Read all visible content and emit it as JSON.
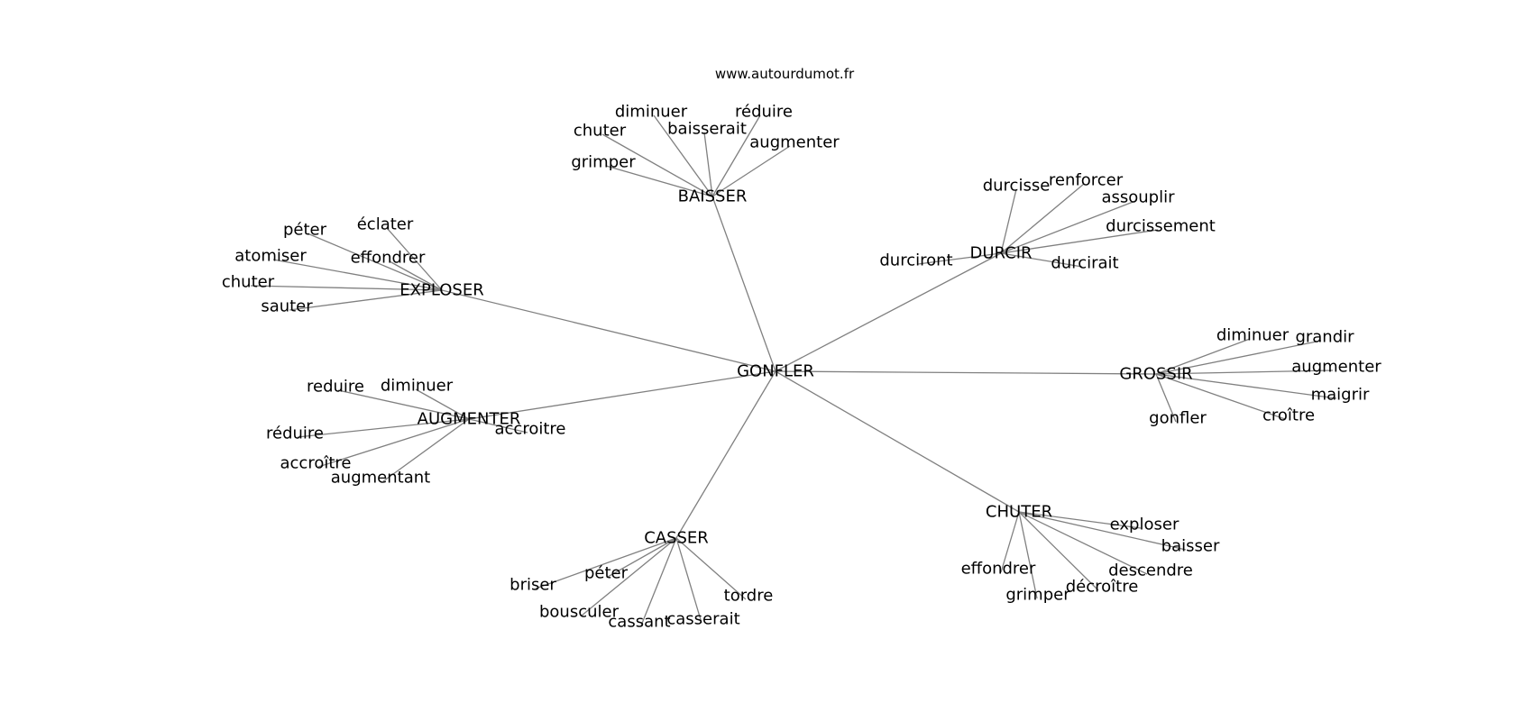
{
  "site": "www.autourdumot.fr",
  "graph": {
    "center": "GONFLER",
    "hubs": [
      {
        "label": "BAISSER",
        "leaves": [
          "diminuer",
          "réduire",
          "chuter",
          "baisserait",
          "augmenter",
          "grimper"
        ]
      },
      {
        "label": "EXPLOSER",
        "leaves": [
          "péter",
          "éclater",
          "atomiser",
          "effondrer",
          "chuter",
          "sauter"
        ]
      },
      {
        "label": "DURCIR",
        "leaves": [
          "durcisse",
          "renforcer",
          "assouplir",
          "durcissement",
          "durciront",
          "durcirait"
        ]
      },
      {
        "label": "GROSSIR",
        "leaves": [
          "diminuer",
          "grandir",
          "augmenter",
          "maigrir",
          "croître",
          "gonfler"
        ]
      },
      {
        "label": "AUGMENTER",
        "leaves": [
          "reduire",
          "diminuer",
          "réduire",
          "accroitre",
          "accroître",
          "augmentant"
        ]
      },
      {
        "label": "CHUTER",
        "leaves": [
          "exploser",
          "baisser",
          "descendre",
          "effondrer",
          "décroître",
          "grimper"
        ]
      },
      {
        "label": "CASSER",
        "leaves": [
          "briser",
          "péter",
          "bousculer",
          "cassant",
          "casserait",
          "tordre"
        ]
      }
    ]
  }
}
